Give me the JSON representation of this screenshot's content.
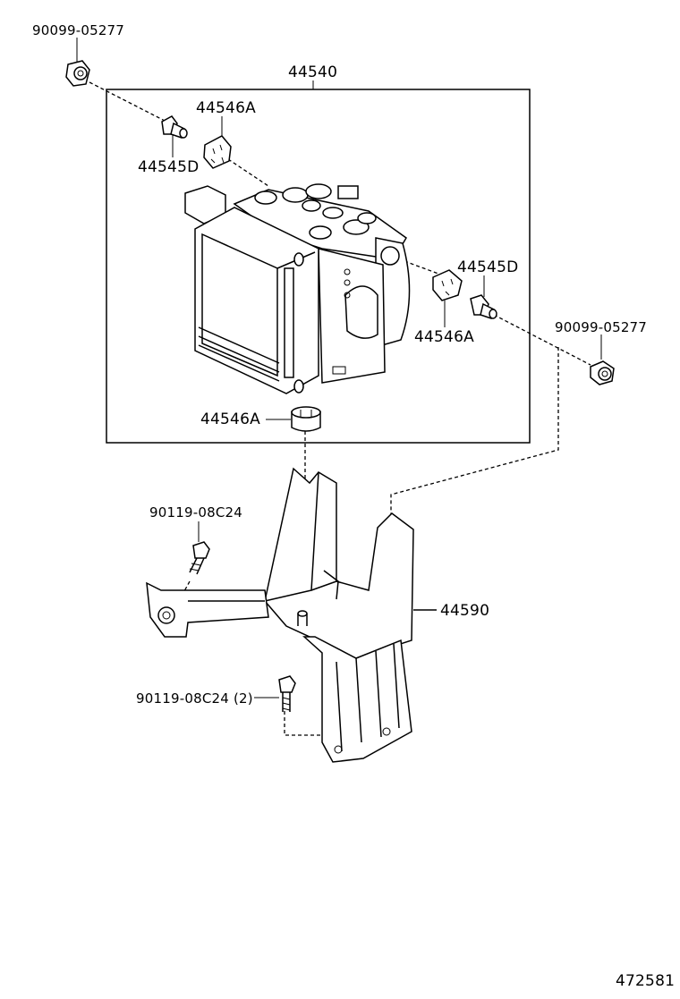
{
  "diagram": {
    "labels": {
      "nut_top_left": "90099-05277",
      "actuator_assy": "44540",
      "cushion_upper": "44546A",
      "bolt_upper_left": "44545D",
      "bolt_right": "44545D",
      "nut_right": "90099-05277",
      "cushion_right": "44546A",
      "cushion_bottom": "44546A",
      "bolt_bracket_upper": "90119-08C24",
      "bracket": "44590",
      "bolt_bracket_lower": "90119-08C24 (2)",
      "figure_number": "472581"
    }
  }
}
